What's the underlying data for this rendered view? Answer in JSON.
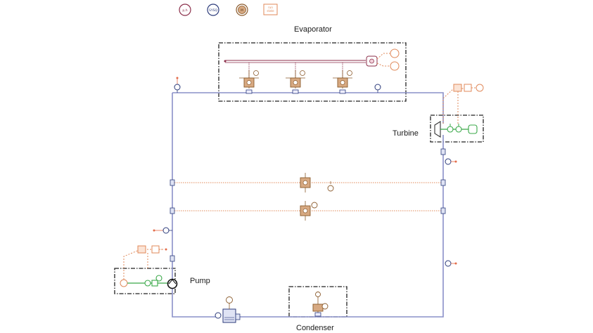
{
  "diagram": {
    "labels": {
      "evaporator": "Evaporator",
      "turbine": "Turbine",
      "pump": "Pump",
      "condenser": "Condenser"
    },
    "header_icons": [
      {
        "id": "ph",
        "text": "p,h",
        "color": "#8b2e4a"
      },
      {
        "id": "sysq",
        "text": "SYSQ",
        "color": "#2b3a7a"
      },
      {
        "id": "media",
        "text": "M",
        "color": "#8a5a2b"
      },
      {
        "id": "run",
        "text": "run state",
        "color": "#e0895a"
      }
    ],
    "colors": {
      "pipe": "#8a90c8",
      "signal": "#e0895a",
      "heat": "#8a5a2b",
      "mechanical": "#39a848",
      "sensor": "#2b3a7a",
      "frame": "#222222"
    }
  }
}
